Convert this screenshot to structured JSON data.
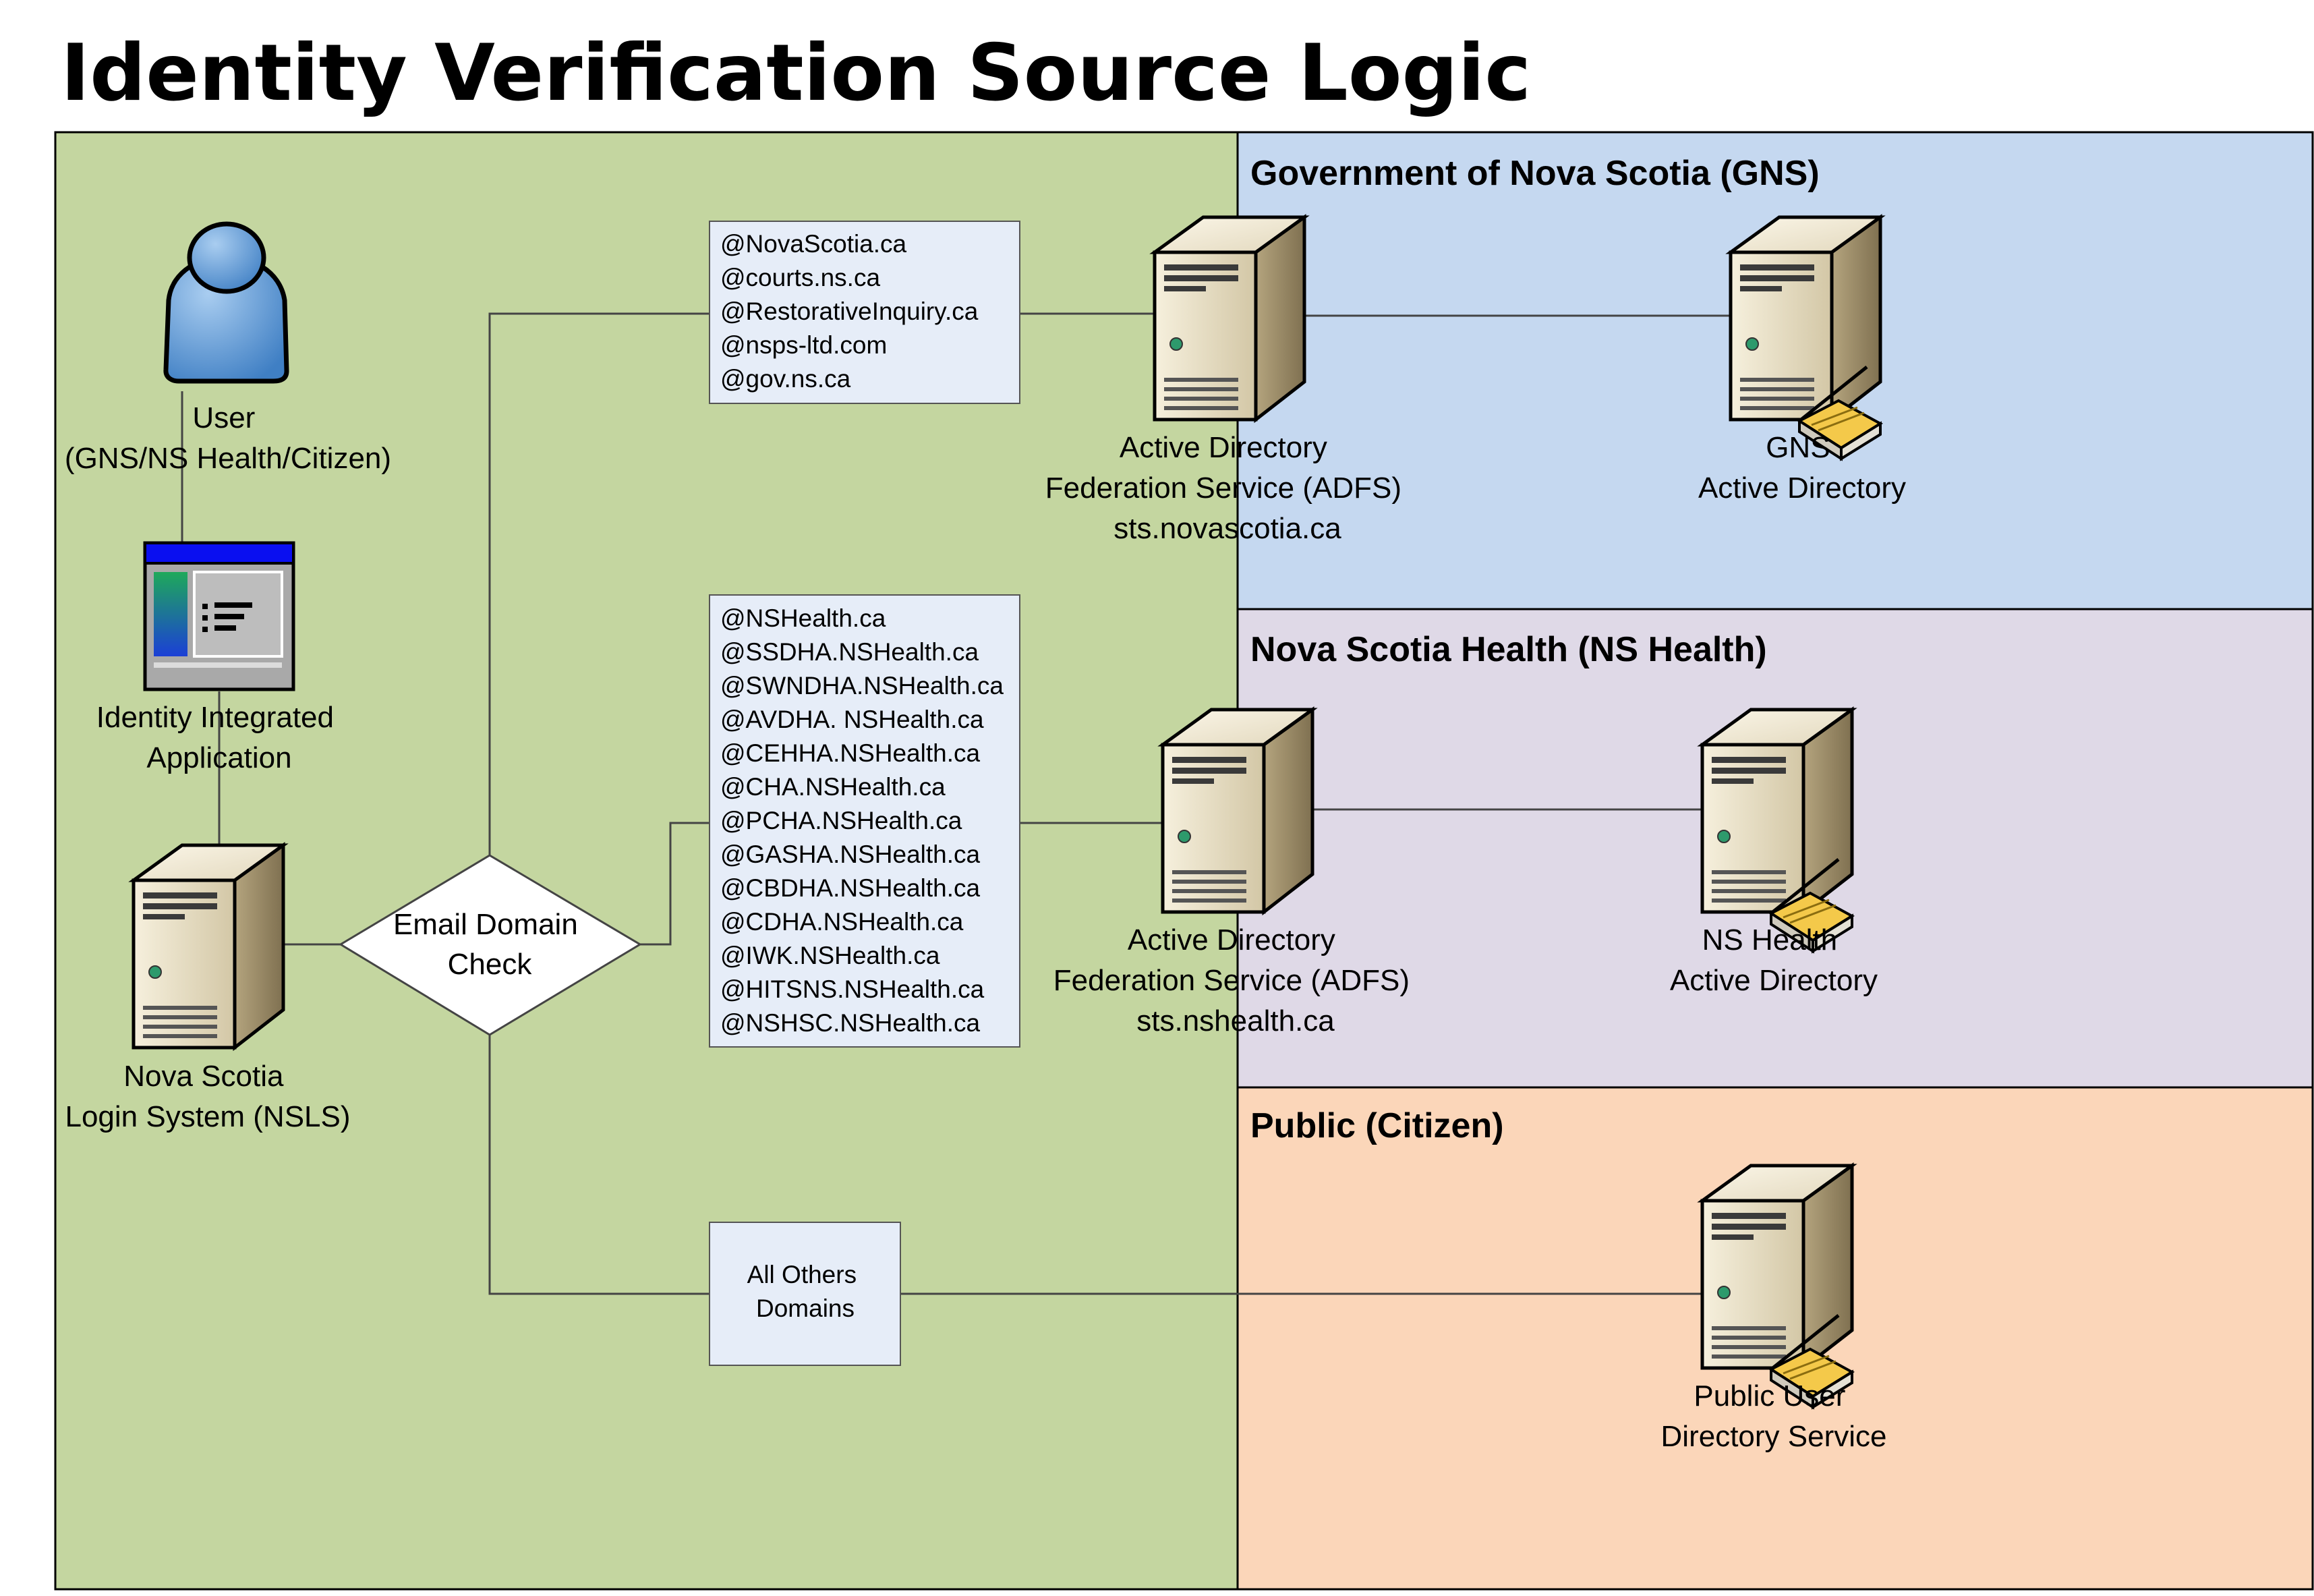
{
  "title": "Identity Verification Source Logic",
  "colors": {
    "green_zone": "#c4d6a0",
    "gns_zone": "#c5d8f0",
    "nshealth_zone": "#dfd9e7",
    "public_zone": "#fbd6b9",
    "domain_box": "#e6edf8"
  },
  "zones": {
    "gns": {
      "title": "Government of Nova Scotia (GNS)"
    },
    "nshealth": {
      "title": "Nova Scotia Health (NS Health)"
    },
    "public": {
      "title": "Public (Citizen)"
    }
  },
  "left": {
    "user": {
      "icon": "user-icon",
      "lines": [
        "User",
        "(GNS/NS Health/Citizen)"
      ]
    },
    "app": {
      "icon": "application-window-icon",
      "lines": [
        "Identity Integrated",
        "Application"
      ]
    },
    "nsls": {
      "icon": "server-icon",
      "lines": [
        "Nova Scotia",
        "Login System (NSLS)"
      ]
    },
    "decision": {
      "lines": [
        "Email Domain",
        "Check"
      ]
    }
  },
  "domain_lists": {
    "gns": [
      "@NovaScotia.ca",
      "@courts.ns.ca",
      "@RestorativeInquiry.ca",
      "@nsps-ltd.com",
      "@gov.ns.ca"
    ],
    "nshealth": [
      "@NSHealth.ca",
      "@SSDHA.NSHealth.ca",
      "@SWNDHA.NSHealth.ca",
      "@AVDHA. NSHealth.ca",
      "@CEHHA.NSHealth.ca",
      "@CHA.NSHealth.ca",
      "@PCHA.NSHealth.ca",
      "@GASHA.NSHealth.ca",
      "@CBDHA.NSHealth.ca",
      "@CDHA.NSHealth.ca",
      "@IWK.NSHealth.ca",
      "@HITSNS.NSHealth.ca",
      "@NSHSC.NSHealth.ca"
    ],
    "others": [
      "All Others",
      "Domains"
    ]
  },
  "servers": {
    "adfs_gns": {
      "icon": "server-icon",
      "lines": [
        "Active Directory",
        "Federation Service (ADFS)",
        "sts.novascotia.ca"
      ]
    },
    "ad_gns": {
      "icon": "directory-server-icon",
      "lines": [
        "GNS",
        "Active Directory"
      ]
    },
    "adfs_nshealth": {
      "icon": "server-icon",
      "lines": [
        "Active Directory",
        "Federation Service (ADFS)",
        "sts.nshealth.ca"
      ]
    },
    "ad_nshealth": {
      "icon": "directory-server-icon",
      "lines": [
        "NS Health",
        "Active Directory"
      ]
    },
    "public_dir": {
      "icon": "directory-server-icon",
      "lines": [
        "Public User",
        "Directory Service"
      ]
    }
  }
}
